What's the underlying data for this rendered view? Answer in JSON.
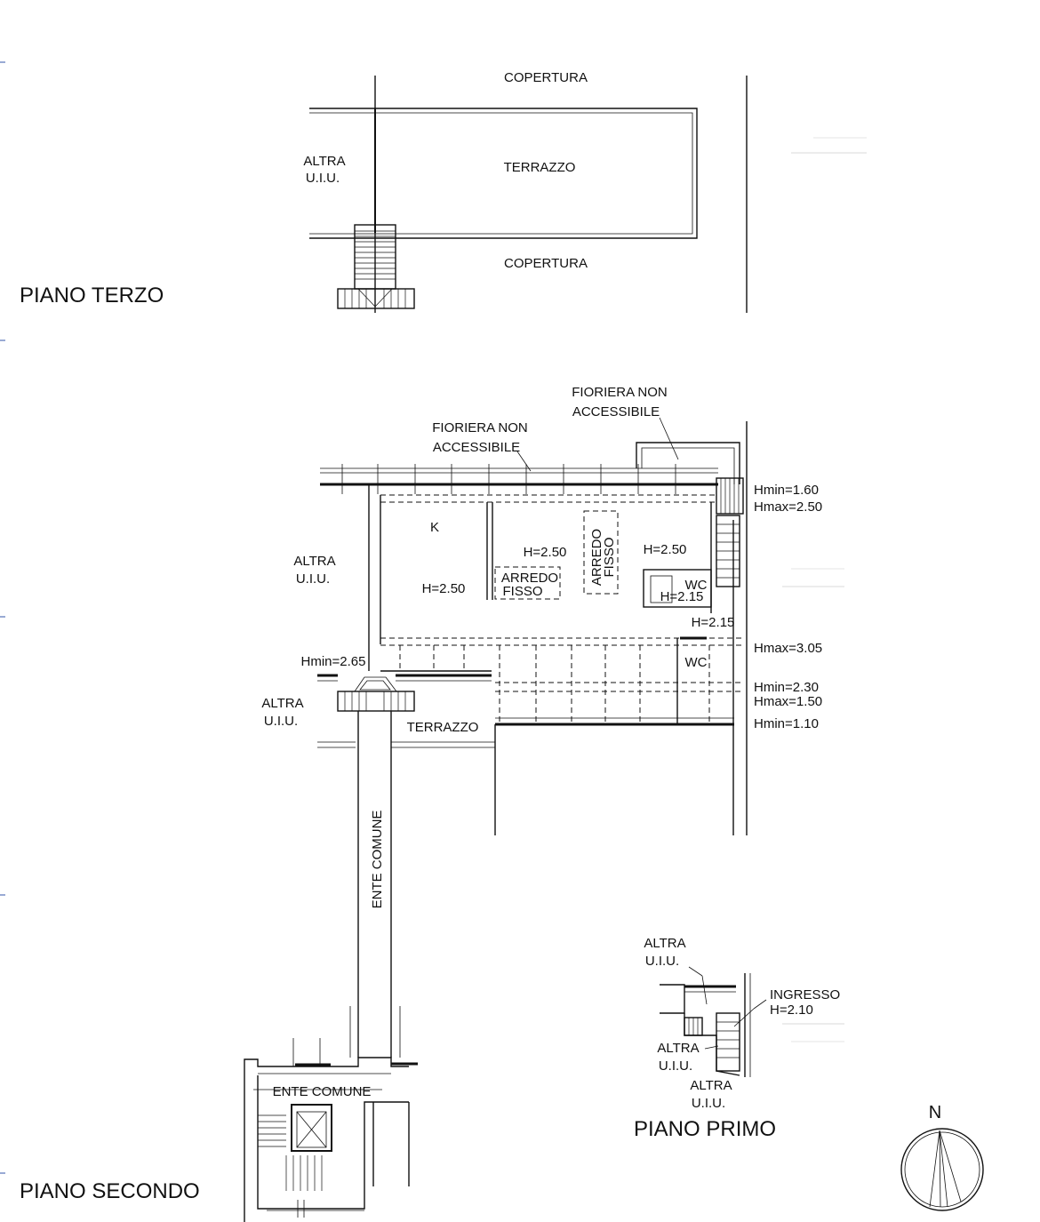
{
  "floors": {
    "terzo": "PIANO TERZO",
    "secondo": "PIANO SECONDO",
    "primo": "PIANO PRIMO"
  },
  "terzo": {
    "copertura_top": "COPERTURA",
    "copertura_bottom": "COPERTURA",
    "terrazzo": "TERRAZZO",
    "altra_1": "ALTRA",
    "altra_2": "U.I.U."
  },
  "secondo": {
    "fioriera_left_1": "FIORIERA NON",
    "fioriera_left_2": "ACCESSIBILE",
    "fioriera_right_1": "FIORIERA NON",
    "fioriera_right_2": "ACCESSIBILE",
    "k": "K",
    "h250_a": "H=2.50",
    "h250_b": "H=2.50",
    "h250_c": "H=2.50",
    "arredo_1": "ARREDO",
    "arredo_2": "FISSO",
    "arredo_v_1": "ARREDO",
    "arredo_v_2": "FISSO",
    "wc_1": "WC",
    "h215_a": "H=2.15",
    "h215_b": "H=2.15",
    "wc_2": "WC",
    "hmin160": "Hmin=1.60",
    "hmax250": "Hmax=2.50",
    "hmax305": "Hmax=3.05",
    "hmin230": "Hmin=2.30",
    "hmax150": "Hmax=1.50",
    "hmin110": "Hmin=1.10",
    "hmin265": "Hmin=2.65",
    "altra_a_1": "ALTRA",
    "altra_a_2": "U.I.U.",
    "altra_b_1": "ALTRA",
    "altra_b_2": "U.I.U.",
    "terrazzo": "TERRAZZO",
    "ente_comune_v": "ENTE COMUNE",
    "ente_comune_h": "ENTE COMUNE"
  },
  "primo": {
    "altra_a_1": "ALTRA",
    "altra_a_2": "U.I.U.",
    "ingresso_1": "INGRESSO",
    "ingresso_2": "H=2.10",
    "altra_b_1": "ALTRA",
    "altra_b_2": "U.I.U.",
    "altra_c_1": "ALTRA",
    "altra_c_2": "U.I.U."
  },
  "compass": {
    "north": "N"
  }
}
